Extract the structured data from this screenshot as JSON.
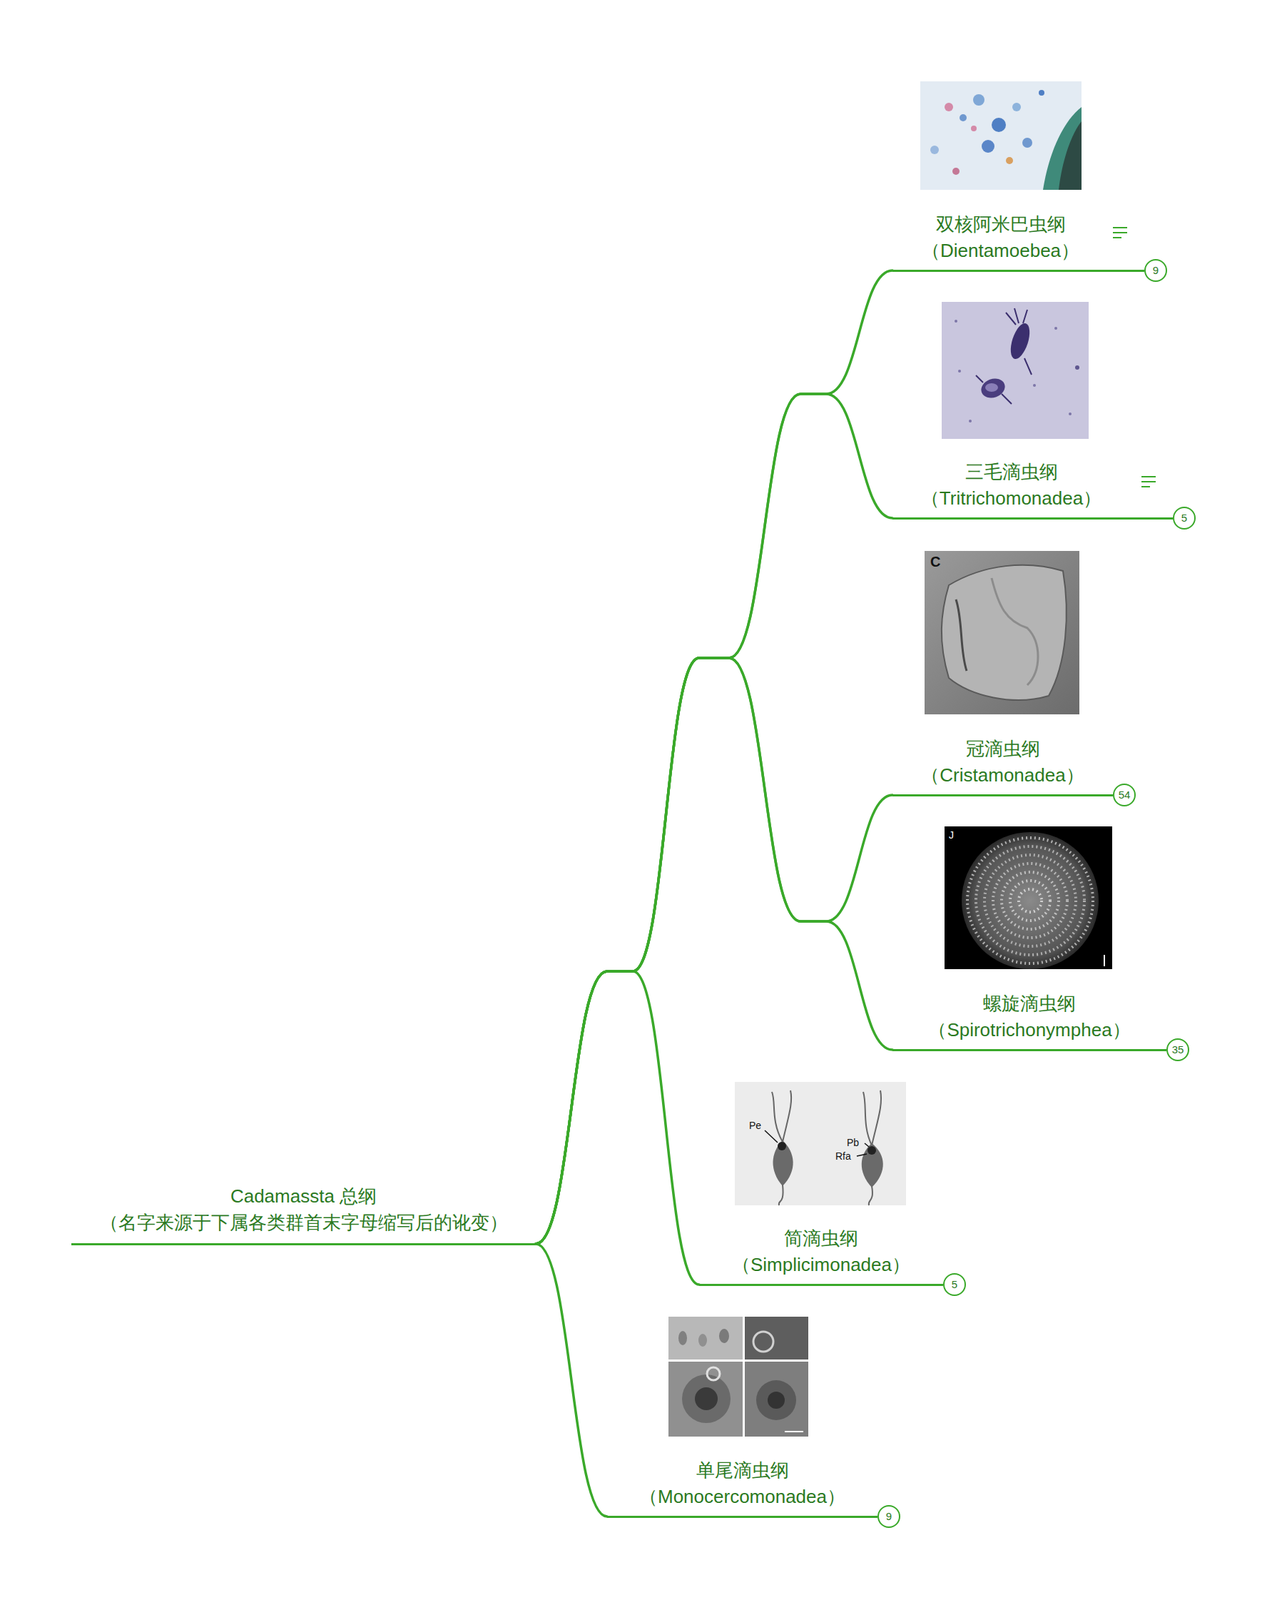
{
  "diagram": {
    "nodes": [
      {
        "text": [
          "Cadamassta 总纲",
          "（名字来源于下属各类群首末字母缩写后的讹变）"
        ]
      },
      {
        "text": [
          "双核阿米巴虫纲",
          "（Dientamoebea）"
        ]
      },
      {
        "text": [
          "三毛滴虫纲",
          "（Tritrichomonadea）"
        ]
      },
      {
        "text": [
          "冠滴虫纲",
          "（Cristamonadea）"
        ]
      },
      {
        "text": [
          "螺旋滴虫纲",
          "（Spirotrichonymphea）"
        ]
      },
      {
        "text": [
          "简滴虫纲",
          "（Simplicimonadea）"
        ]
      },
      {
        "text": [
          "单尾滴虫纲",
          "（Monocercomonadea）"
        ]
      }
    ],
    "edges": [
      {
        "from": 0,
        "to": 1,
        "arrow": "none"
      },
      {
        "from": 0,
        "to": 2,
        "arrow": "none"
      },
      {
        "from": 0,
        "to": 3,
        "arrow": "none"
      },
      {
        "from": 0,
        "to": 4,
        "arrow": "none"
      },
      {
        "from": 0,
        "to": 5,
        "arrow": "none"
      },
      {
        "from": 0,
        "to": 6,
        "arrow": "none"
      }
    ],
    "labels": [
      "9",
      "5",
      "54",
      "35",
      "5",
      "9",
      "C",
      "J",
      "Pe",
      "Pb",
      "Rfa"
    ]
  }
}
